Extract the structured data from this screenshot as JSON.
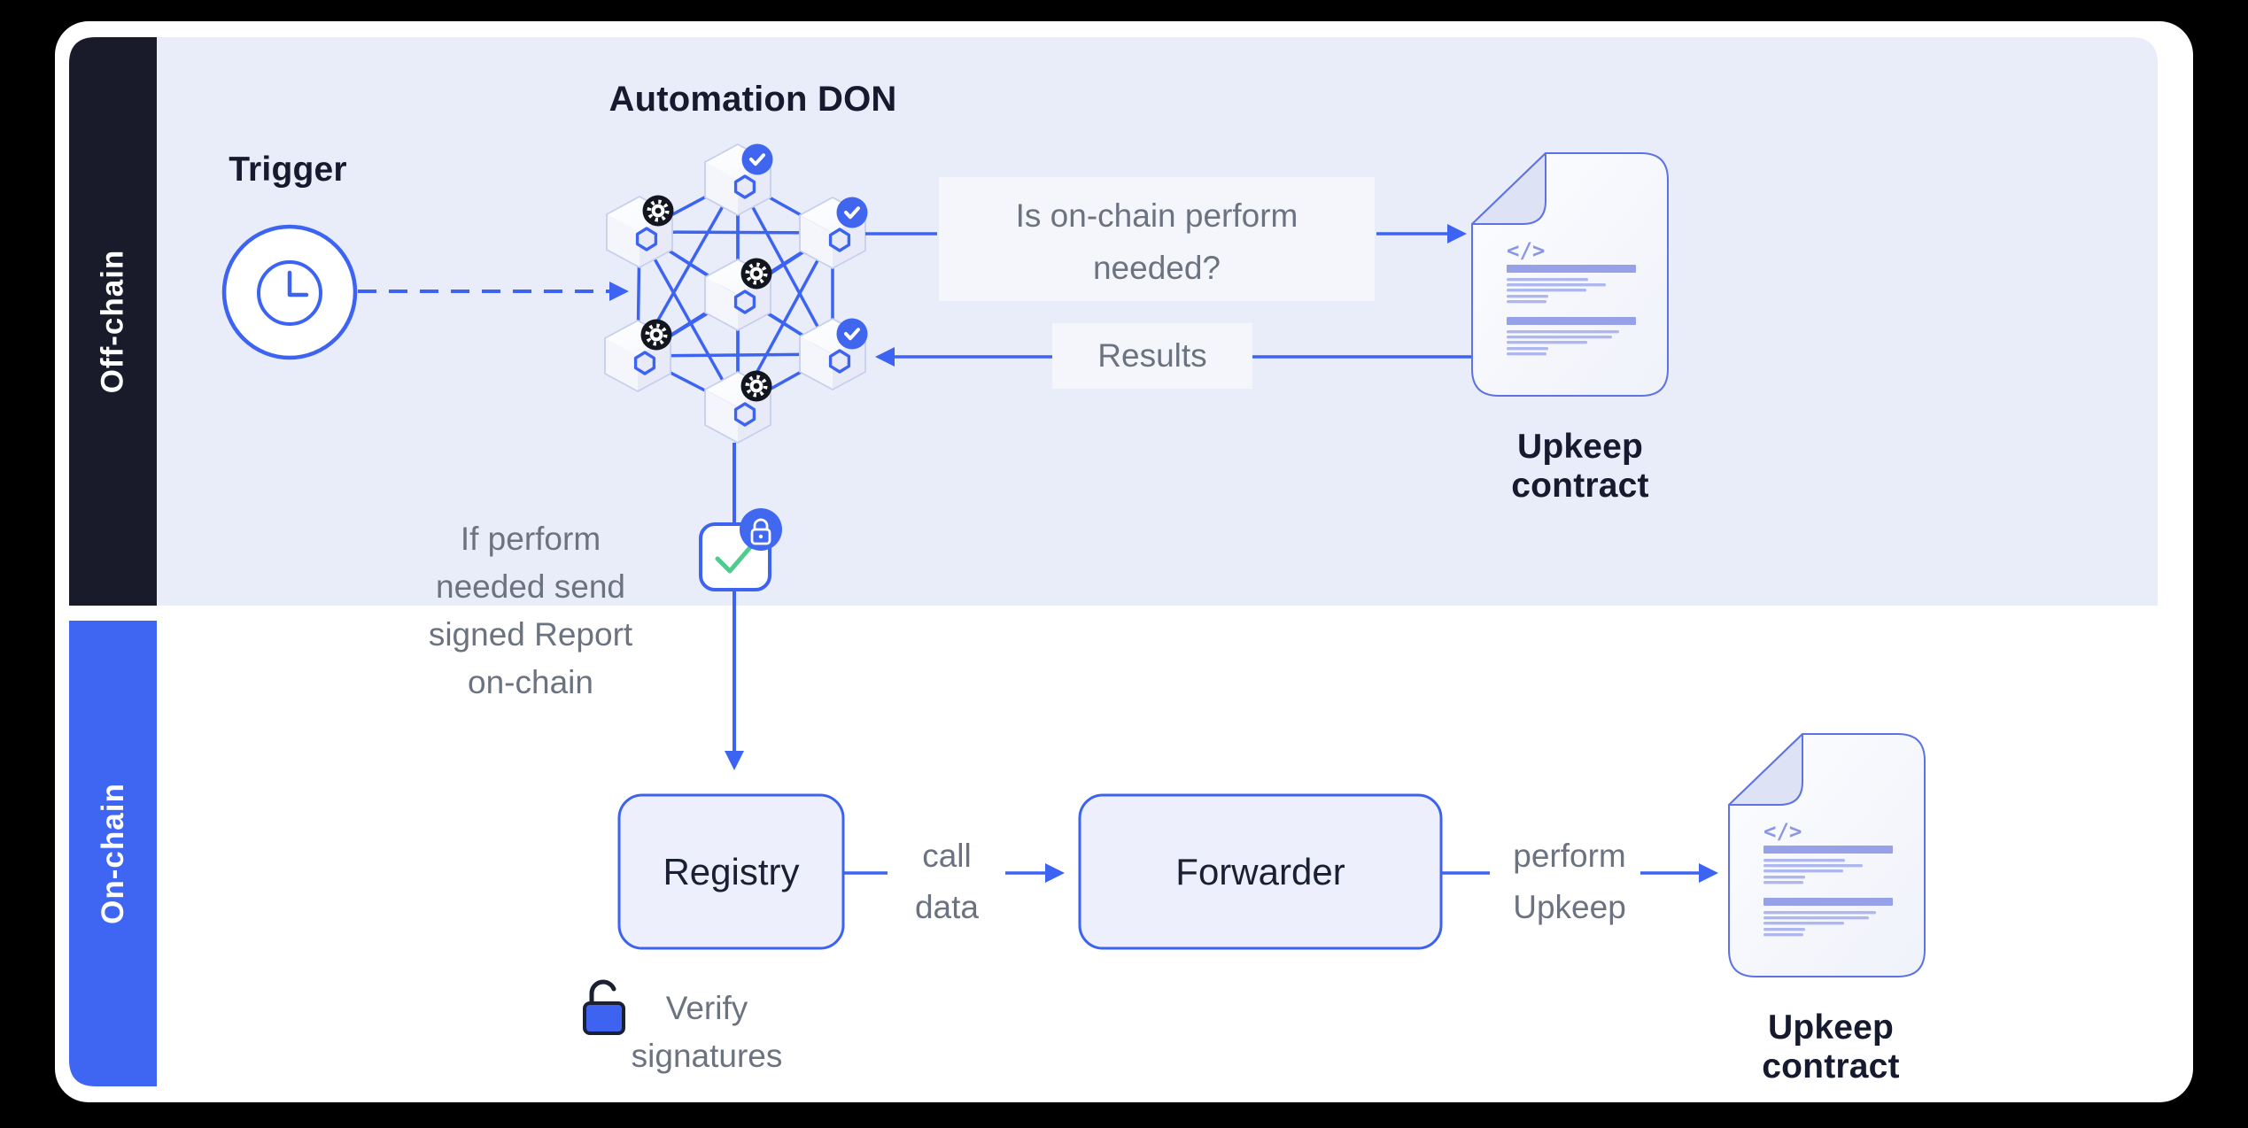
{
  "sidebar": {
    "offchain_label": "Off-chain",
    "onchain_label": "On-chain"
  },
  "offchain": {
    "trigger_label": "Trigger",
    "don_title": "Automation DON",
    "question_text": "Is on-chain perform needed?",
    "results_label": "Results",
    "report_note": "If perform needed send signed Report on-chain",
    "upkeep_contract_label": "Upkeep contract"
  },
  "onchain": {
    "registry_label": "Registry",
    "call_data_label": "call data",
    "forwarder_label": "Forwarder",
    "perform_upkeep_label": "perform Upkeep",
    "verify_signatures_label": "Verify signatures",
    "upkeep_contract_label": "Upkeep contract"
  },
  "icons": {
    "trigger": "clock-icon",
    "don_nodes": "hexagon-node-icon",
    "don_badges": [
      "check-badge-icon",
      "gear-badge-icon"
    ],
    "signed_report": "checkmark-box-icon with lock-badge-icon",
    "verify": "open-padlock-icon",
    "contracts": "code-document-icon"
  },
  "colors": {
    "accent_blue": "#3c63f1",
    "sidebar_navy": "#191b2a",
    "sidebar_blue": "#3f66f3",
    "offchain_lavender": "#e9ecf9",
    "card_white": "#ffffff",
    "green_check": "#4ecb8d",
    "gray_text": "#6c7380",
    "dark_text": "#161a2e",
    "doc_bar": "#96a1e8"
  }
}
